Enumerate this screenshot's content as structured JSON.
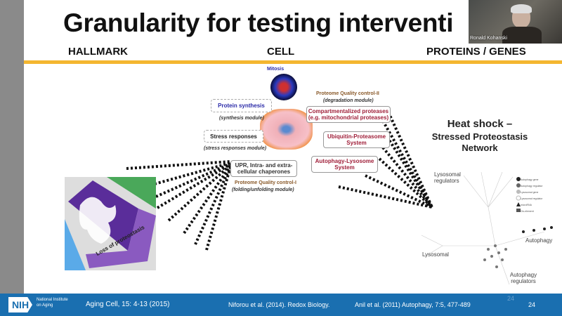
{
  "slide": {
    "title": "Granularity for testing interventi",
    "headers": {
      "hallmark": "HALLMARK",
      "cell": "CELL",
      "proteins": "PROTEINS / GENES"
    },
    "hallmark_image": {
      "label": "Loss of proteostasis"
    },
    "cell": {
      "mitosis": "Mitosis",
      "protein_synthesis": "Protein synthesis",
      "synthesis_module": "(synthesis module)",
      "stress_responses": "Stress responses",
      "stress_module": "(stress responses module)",
      "upr": "UPR, Intra- and extra-cellular chaperones",
      "qc1": "Proteome Quality control-I",
      "qc1_sub": "(folding/unfolding module)",
      "qc2": "Proteome Quality control-II",
      "qc2_sub": "(degradation module)",
      "compartment": "Compartmentalized proteases (e.g. mitochondrial proteases)",
      "ups": "Ubiquitin-Proteasome System",
      "als": "Autophagy-Lysosome System"
    },
    "heat_shock": {
      "line1": "Heat shock –",
      "line2": "Stressed Proteostasis",
      "line3": "Network"
    },
    "network": {
      "labels": [
        "Lysosomal regulators",
        "Lysosomal",
        "Autophagy",
        "Autophagy regulators"
      ],
      "legend": [
        "Autophagy gene",
        "Autophagy regulator",
        "Lysosomal gene",
        "Lysosomal regulator",
        "microRNA",
        "Cis-element"
      ]
    },
    "footer": {
      "org_logo": "NIH",
      "org_name": "National Institute on Aging",
      "ref1": "Aging Cell, 15: 4-13 (2015)",
      "ref2": "Niforou et al. (2014). Redox Biology.",
      "ref3": "Anil et al. (2011) Autophagy, 7:5, 477-489",
      "ghost_page": "24",
      "page": "24"
    }
  },
  "video": {
    "speaker_name": "Ronald Kohanski"
  },
  "colors": {
    "accent": "#f4b630",
    "footer": "#1a6fb0",
    "hallmark": "#6a3aa8"
  }
}
